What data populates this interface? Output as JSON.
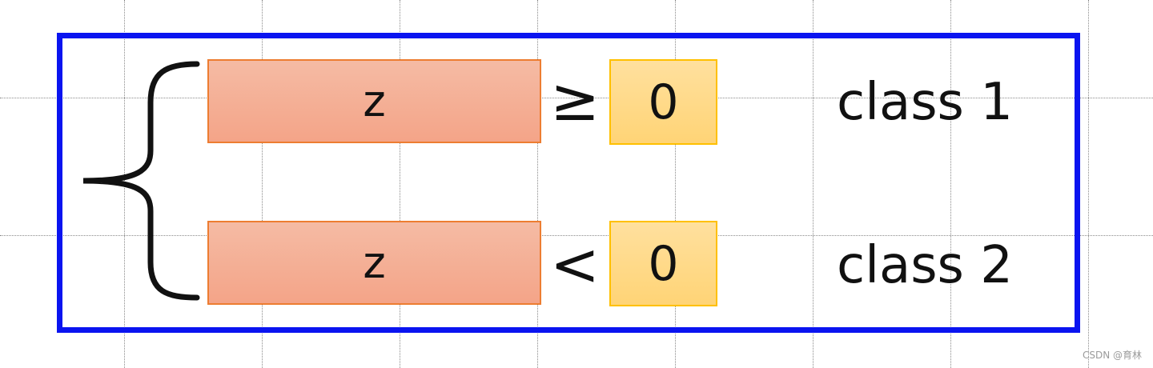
{
  "rules": [
    {
      "variable": "z",
      "operator": "≥",
      "threshold": "0",
      "label": "class 1"
    },
    {
      "variable": "z",
      "operator": "<",
      "threshold": "0",
      "label": "class 2"
    }
  ],
  "watermark": "CSDN @育林",
  "colors": {
    "frame": "#0a14f0",
    "z_box_fill": "#f4ac91",
    "z_box_border": "#ed7d31",
    "zero_box_fill": "#ffd885",
    "zero_box_border": "#ffc000",
    "text": "#111111"
  }
}
